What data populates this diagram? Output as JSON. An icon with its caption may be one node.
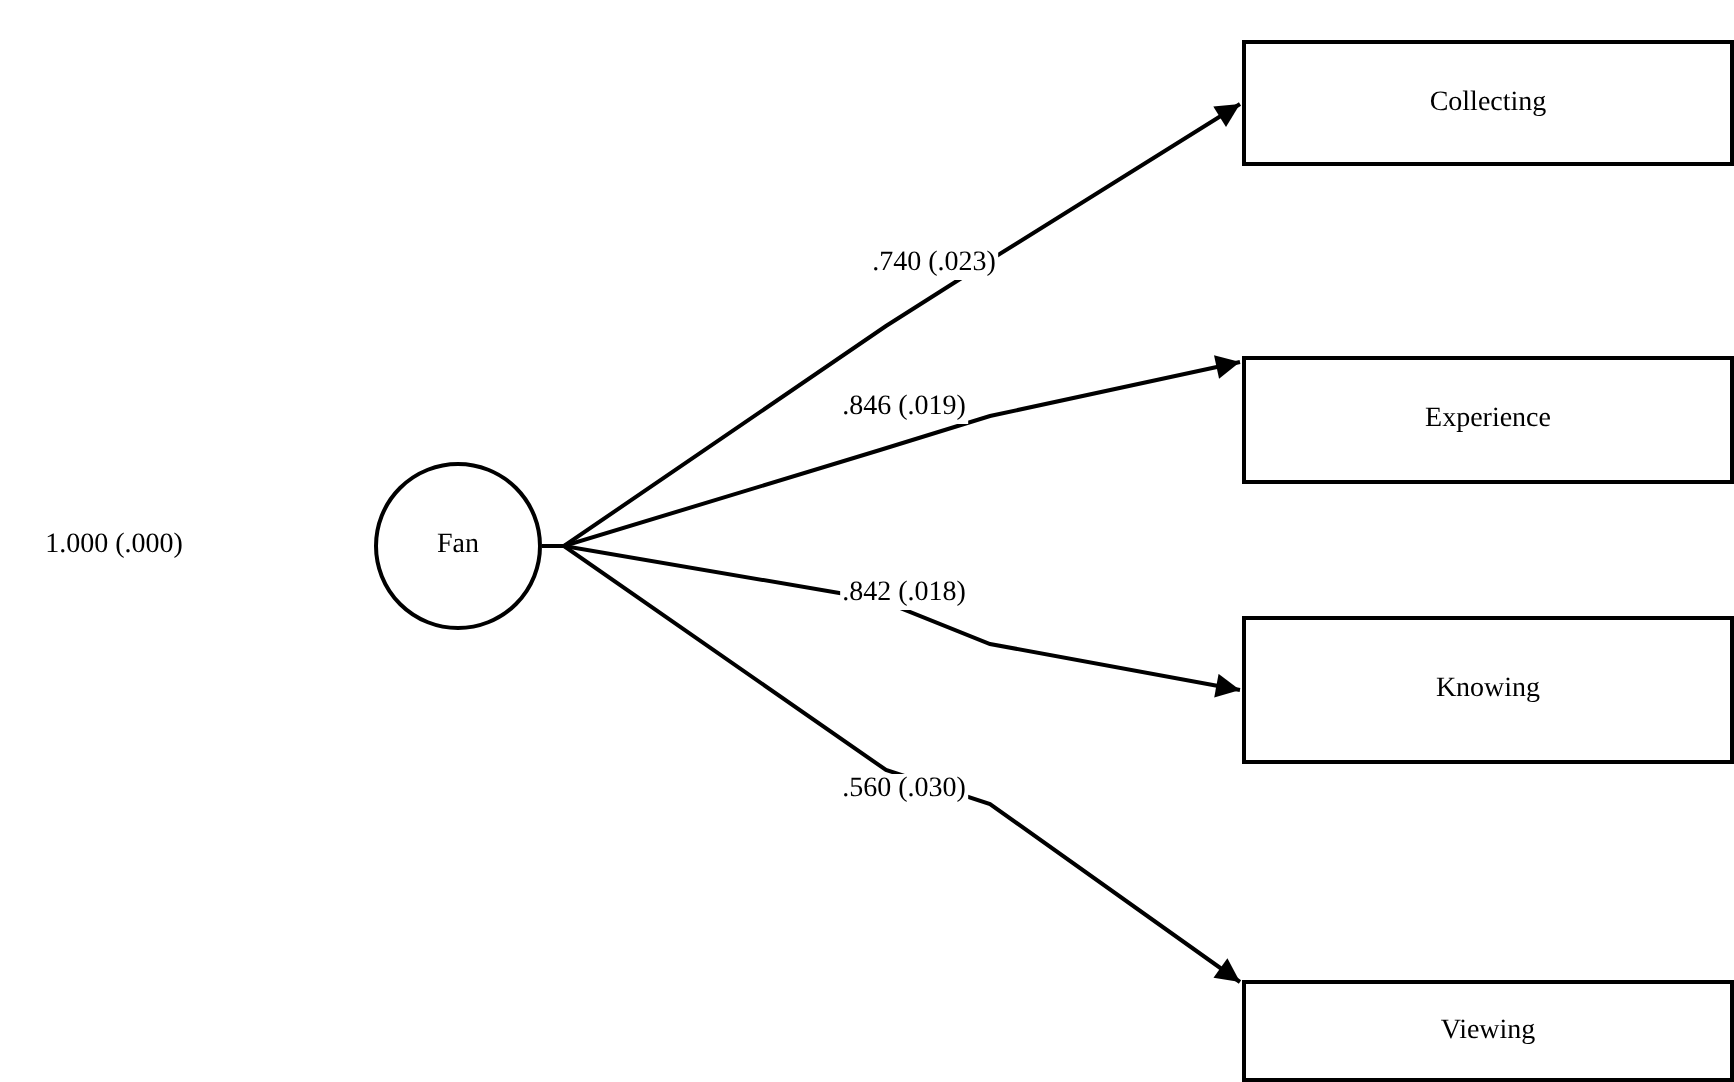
{
  "diagram": {
    "nodes": [
      {
        "text": [
          "Fan"
        ]
      },
      {
        "text": [
          "Collecting"
        ]
      },
      {
        "text": [
          "Experience"
        ]
      },
      {
        "text": [
          "Knowing"
        ]
      },
      {
        "text": [
          "Viewing"
        ]
      }
    ],
    "edges": [
      {
        "from": 0,
        "to": 1,
        "arrow": "to",
        "label": ".740 (.023)"
      },
      {
        "from": 0,
        "to": 2,
        "arrow": "to",
        "label": ".846 (.019)"
      },
      {
        "from": 0,
        "to": 3,
        "arrow": "to",
        "label": ".842 (.018)"
      },
      {
        "from": 0,
        "to": 4,
        "arrow": "to",
        "label": ".560 (.030)"
      }
    ],
    "labels": [
      "1.000 (.000)"
    ]
  }
}
